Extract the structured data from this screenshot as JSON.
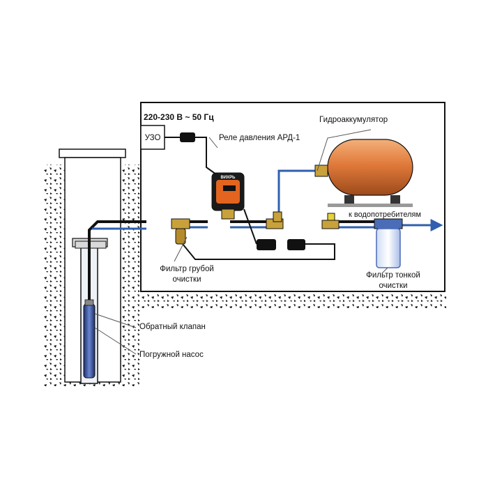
{
  "power_label": "220-230 В ~ 50 Гц",
  "rcd_label": "УЗО",
  "relay_label": "Реле давления АРД-1",
  "relay_brand": "ВИХРЬ",
  "accumulator_label": "Гидроаккумулятор",
  "consumers_label": "к водопотребителям",
  "coarse_filter_label": [
    "Фильтр грубой",
    "очистки"
  ],
  "fine_filter_label": [
    "Фильтр тонкой",
    "очистки"
  ],
  "check_valve_label": "Обратный клапан",
  "pump_label": "Погружной насос",
  "colors": {
    "pipe_black": "#111111",
    "pipe_blue": "#2f5fae",
    "accumulator": "#e07a3a",
    "brass": "#c9a13b",
    "pump_blue": "#3a58a8"
  }
}
